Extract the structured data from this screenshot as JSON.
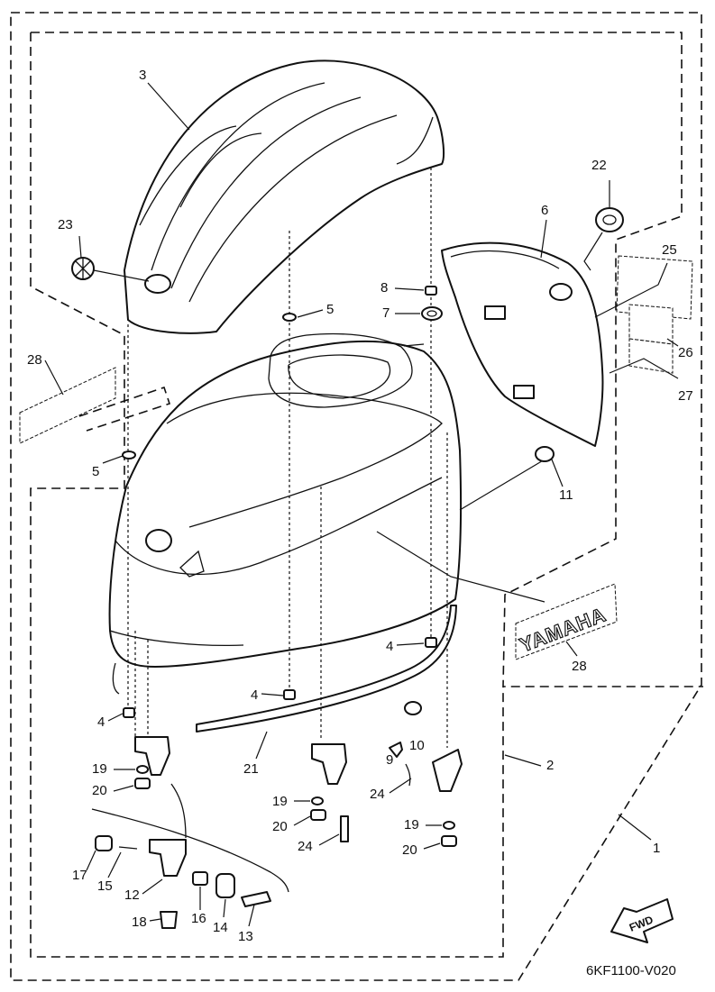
{
  "drawing": {
    "code": "6KF1100-V020",
    "logo_text": "YAMAHA",
    "fwd_text": "FWD"
  },
  "labels": {
    "p1": "1",
    "p2": "2",
    "p3": "3",
    "p4a": "4",
    "p4b": "4",
    "p4c": "4",
    "p5a": "5",
    "p5b": "5",
    "p6": "6",
    "p7": "7",
    "p8": "8",
    "p9": "9",
    "p10": "10",
    "p11": "11",
    "p12": "12",
    "p13": "13",
    "p14": "14",
    "p15": "15",
    "p16": "16",
    "p17": "17",
    "p18": "18",
    "p19a": "19",
    "p19b": "19",
    "p19c": "19",
    "p20a": "20",
    "p20b": "20",
    "p20c": "20",
    "p21": "21",
    "p22": "22",
    "p23": "23",
    "p24a": "24",
    "p24b": "24",
    "p25": "25",
    "p26": "26",
    "p27": "27",
    "p28a": "28",
    "p28b": "28"
  }
}
